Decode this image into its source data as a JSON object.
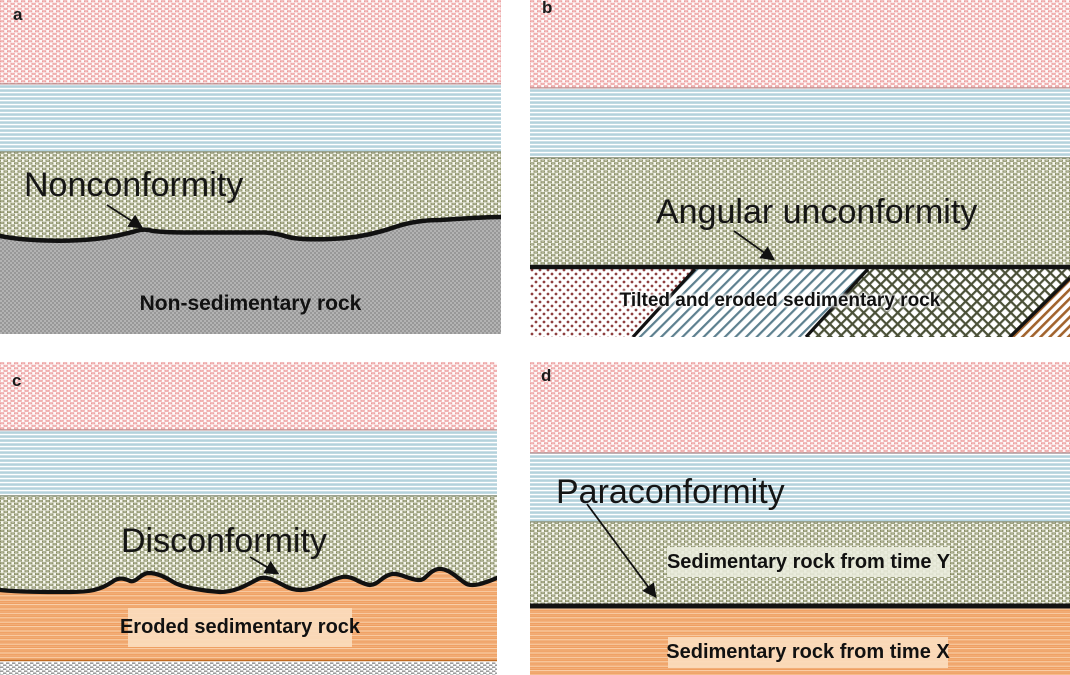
{
  "panels": [
    {
      "letter": "a",
      "unconformity_label": "Nonconformity",
      "rock_label": "Non-sedimentary rock"
    },
    {
      "letter": "b",
      "unconformity_label": "Angular unconformity",
      "rock_label": "Tilted and eroded sedimentary rock"
    },
    {
      "letter": "c",
      "unconformity_label": "Disconformity",
      "rock_label": "Eroded sedimentary rock"
    },
    {
      "letter": "d",
      "unconformity_label": "Paraconformity",
      "rock_label_upper": "Sedimentary rock from time Y",
      "rock_label_lower": "Sedimentary rock from time X"
    }
  ],
  "colors": {
    "pink_layer_dash": "#ec9e9e",
    "blue_layer_bg": "#c4dbe3",
    "green_layer_block": "#868b62",
    "gray_rock_bg": "#9c9c9c",
    "orange_layer_bg": "#ef9f62",
    "maroon_diag_dots": "#8e4040",
    "blue_diag_stripe": "#5d808f",
    "olive_diamond_lattice": "#4b5138",
    "brown_diag_stripe": "#a2642e",
    "label_box_peach": "#fbdcbd",
    "label_box_green": "#e9ecdc",
    "line_color": "#111111"
  }
}
